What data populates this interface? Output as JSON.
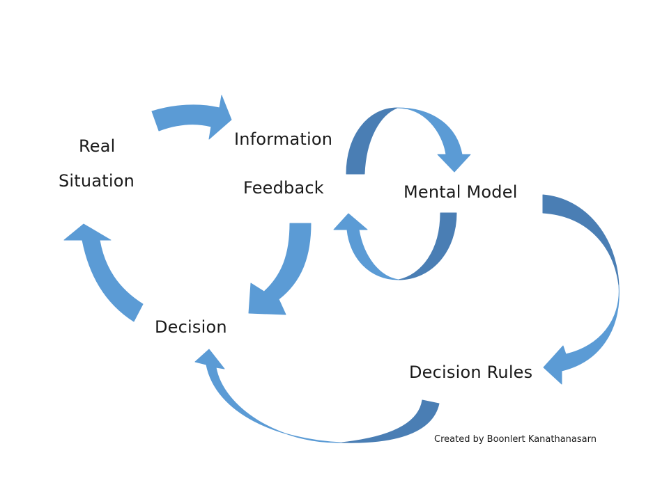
{
  "diagram": {
    "title": "Decision-making feedback loop",
    "nodes": [
      {
        "id": "real-situation",
        "lines": [
          "Real",
          "Situation"
        ]
      },
      {
        "id": "information-feedback",
        "lines": [
          "Information",
          "Feedback"
        ]
      },
      {
        "id": "mental-model",
        "lines": [
          "Mental Model"
        ]
      },
      {
        "id": "decision",
        "lines": [
          "Decision"
        ]
      },
      {
        "id": "decision-rules",
        "lines": [
          "Decision Rules"
        ]
      }
    ],
    "edges": [
      {
        "from": "real-situation",
        "to": "information-feedback"
      },
      {
        "from": "information-feedback",
        "to": "mental-model"
      },
      {
        "from": "mental-model",
        "to": "information-feedback"
      },
      {
        "from": "information-feedback",
        "to": "decision"
      },
      {
        "from": "mental-model",
        "to": "decision-rules"
      },
      {
        "from": "decision-rules",
        "to": "decision"
      },
      {
        "from": "decision",
        "to": "real-situation"
      }
    ],
    "credit": "Created by Boonlert Kanathanasarn"
  },
  "colors": {
    "arrow_front": "#5B9BD5",
    "arrow_back": "#4A7EB4",
    "text": "#1a1a1a",
    "background": "#ffffff"
  }
}
